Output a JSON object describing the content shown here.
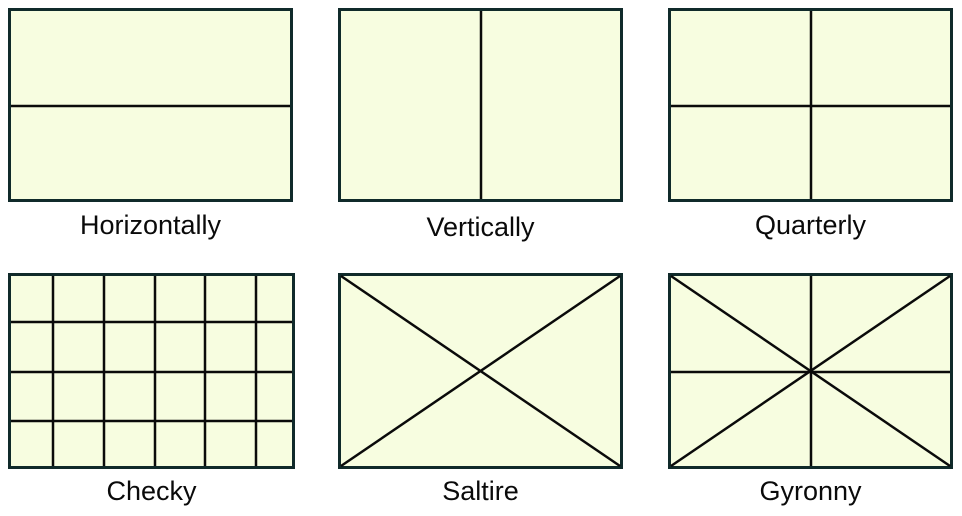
{
  "panel_fill": "#f7fde0",
  "panel_border": "#102a2a",
  "line_color": "#0a0a0a",
  "divisions": [
    {
      "id": "horizontally",
      "label": "Horizontally"
    },
    {
      "id": "vertically",
      "label": "Vertically"
    },
    {
      "id": "quarterly",
      "label": "Quarterly"
    },
    {
      "id": "checky",
      "label": "Checky"
    },
    {
      "id": "saltire",
      "label": "Saltire"
    },
    {
      "id": "gyronny",
      "label": "Gyronny"
    }
  ]
}
